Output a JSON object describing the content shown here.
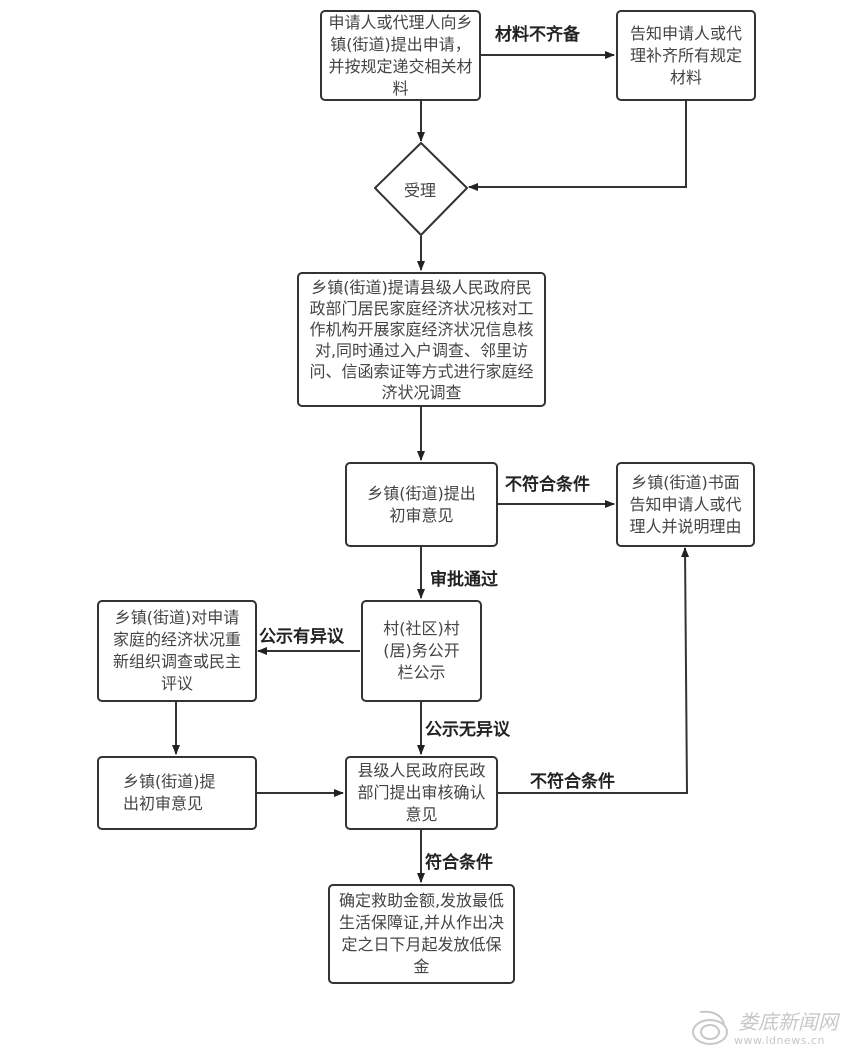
{
  "nodes": {
    "apply": "申请人或代理人向乡镇(街道)提出申请，并按规定递交相关材料",
    "notify_supplement": "告知申请人或代理补齐所有规定材料",
    "accept": "受理",
    "investigate": "乡镇(街道)提请县级人民政府民政部门居民家庭经济状况核对工作机构开展家庭经济状况信息核对,同时通过入户调查、邻里访问、信函索证等方式进行家庭经济状况调查",
    "initial_opinion": "乡镇(街道)提出初审意见",
    "written_notice": "乡镇(街道)书面告知申请人或代理人并说明理由",
    "publicize": "村(社区)村(居)务公开栏公示",
    "reinvestigate": "乡镇(街道)对申请家庭的经济状况重新组织调查或民主评议",
    "initial_opinion_2": "乡镇(街道)提出初审意见",
    "county_review": "县级人民政府民政部门提出审核确认意见",
    "final": "确定救助金额,发放最低生活保障证,并从作出决定之日下月起发放低保金"
  },
  "edges": {
    "incomplete_materials": "材料不齐备",
    "not_qualified_1": "不符合条件",
    "approved": "审批通过",
    "objection": "公示有异议",
    "no_objection": "公示无异议",
    "not_qualified_2": "不符合条件",
    "qualified": "符合条件"
  },
  "watermark": {
    "name": "娄底新闻网",
    "url": "www.ldnews.cn"
  }
}
